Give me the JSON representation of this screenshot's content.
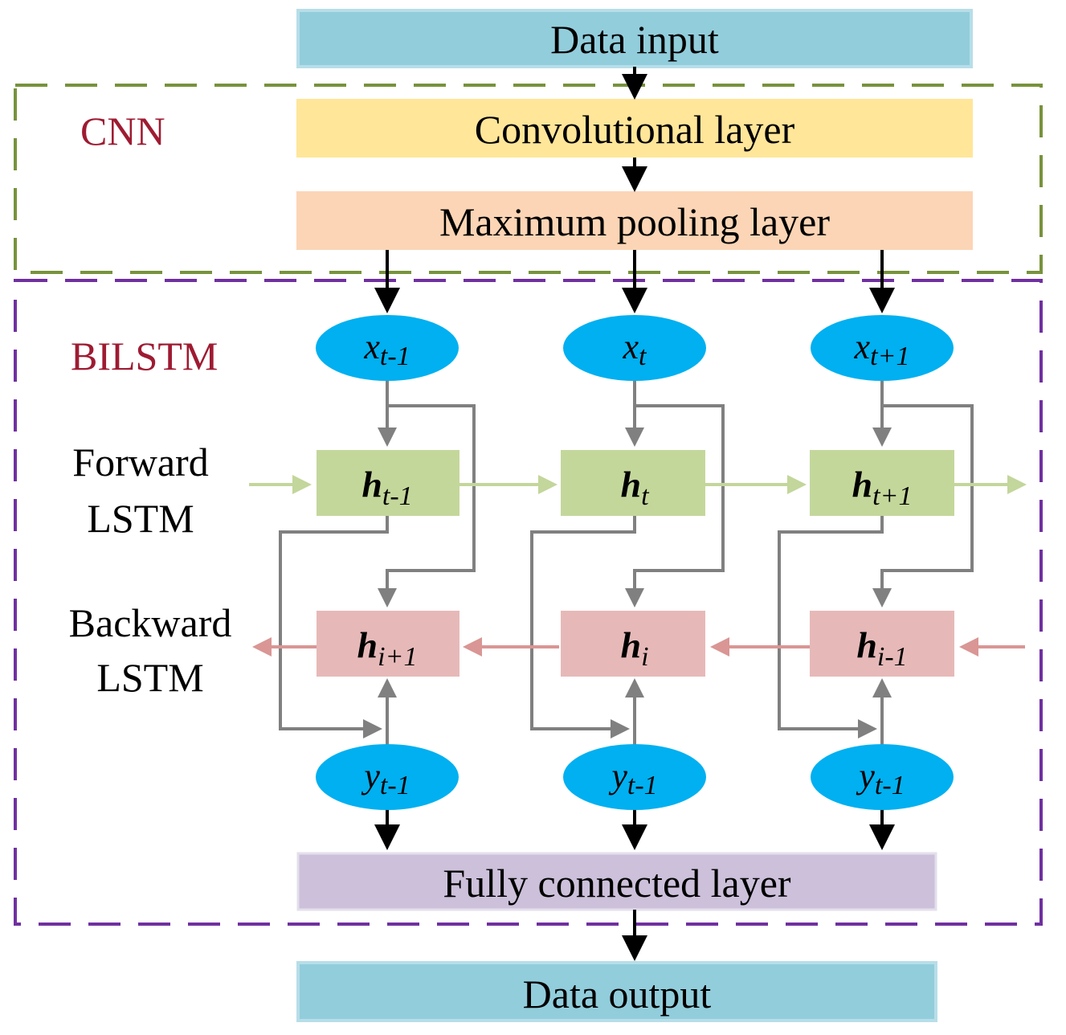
{
  "colors": {
    "io_box": "#92CDDC",
    "io_border": "#B7DEE8",
    "conv": "#FFE699",
    "pool": "#FBD5B5",
    "forward_cell": "#C4D79B",
    "backward_cell": "#E6B9B8",
    "fc": "#CCC0DA",
    "node": "#00B0F0",
    "cnn_border": "#77933C",
    "bilstm_border": "#7030A0",
    "region_label": "#9E1B32",
    "gray_line": "#808080",
    "forward_arrow": "#C3D69B",
    "backward_arrow": "#D99694"
  },
  "layers": {
    "input": "Data input",
    "conv": "Convolutional layer",
    "pool": "Maximum pooling layer",
    "fc": "Fully connected layer",
    "output": "Data output"
  },
  "regions": {
    "cnn": "CNN",
    "bilstm": "BILSTM"
  },
  "side_labels": {
    "forward_line1": "Forward",
    "forward_line2": "LSTM",
    "backward_line1": "Backward",
    "backward_line2": "LSTM"
  },
  "columns": [
    {
      "x_var": "x",
      "x_sub": "t-1",
      "fwd_var": "h",
      "fwd_sub": "t-1",
      "bwd_var": "h",
      "bwd_sub": "i+1",
      "y_var": "y",
      "y_sub": "t-1"
    },
    {
      "x_var": "x",
      "x_sub": "t",
      "fwd_var": "h",
      "fwd_sub": "t",
      "bwd_var": "h",
      "bwd_sub": "i",
      "y_var": "y",
      "y_sub": "t-1"
    },
    {
      "x_var": "x",
      "x_sub": "t+1",
      "fwd_var": "h",
      "fwd_sub": "t+1",
      "bwd_var": "h",
      "bwd_sub": "i-1",
      "y_var": "y",
      "y_sub": "t-1"
    }
  ]
}
